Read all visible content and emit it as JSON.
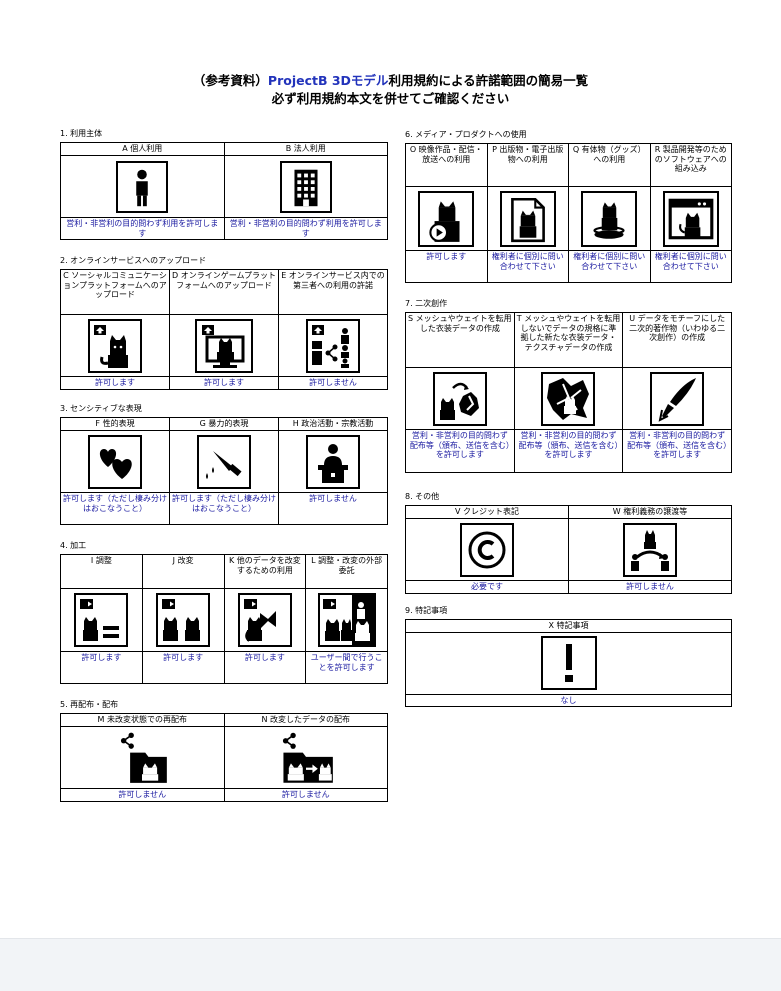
{
  "title1_prefix": "（参考資料）",
  "title1_brand": "ProjectB 3Dモデル",
  "title1_suffix": "利用規約による許諾範囲の簡易一覧",
  "title2": "必ず利用規約本文を併せてご確認ください",
  "sections": {
    "s1": {
      "title": "1. 利用主体",
      "items": [
        {
          "header": "A 個人利用",
          "icon": "person-icon",
          "result": "営利・非営利の目的問わず利用を許可します"
        },
        {
          "header": "B 法人利用",
          "icon": "building-icon",
          "result": "営利・非営利の目的問わず利用を許可します"
        }
      ]
    },
    "s2": {
      "title": "2. オンラインサービスへのアップロード",
      "items": [
        {
          "header": "C ソーシャルコミュニケーションプラットフォームへのアップロード",
          "icon": "upload-social-icon",
          "result": "許可します"
        },
        {
          "header": "D オンラインゲームプラットフォームへのアップロード",
          "icon": "upload-game-icon",
          "result": "許可します"
        },
        {
          "header": "E オンラインサービス内での第三者への利用の許諾",
          "icon": "upload-third-party-icon",
          "result": "許可しません"
        }
      ]
    },
    "s3": {
      "title": "3. センシティブな表現",
      "items": [
        {
          "header": "F 性的表現",
          "icon": "hearts-icon",
          "result": "許可します（ただし棲み分けはおこなうこと）"
        },
        {
          "header": "G 暴力的表現",
          "icon": "knife-icon",
          "result": "許可します（ただし棲み分けはおこなうこと）"
        },
        {
          "header": "H 政治活動・宗教活動",
          "icon": "podium-icon",
          "result": "許可しません"
        }
      ]
    },
    "s4": {
      "title": "4. 加工",
      "items": [
        {
          "header": "I 調整",
          "icon": "adjust-icon",
          "result": "許可します"
        },
        {
          "header": "J 改変",
          "icon": "modify-icon",
          "result": "許可します"
        },
        {
          "header": "K 他のデータを改変するための利用",
          "icon": "use-for-modify-icon",
          "result": "許可します"
        },
        {
          "header": "L 調整・改変の外部委託",
          "icon": "outsource-icon",
          "result": "ユーザー間で行うことを許可します"
        }
      ]
    },
    "s5": {
      "title": "5. 再配布・配布",
      "items": [
        {
          "header": "M 未改変状態での再配布",
          "icon": "redistribute-icon",
          "result": "許可しません"
        },
        {
          "header": "N 改変したデータの配布",
          "icon": "distribute-modified-icon",
          "result": "許可しません"
        }
      ]
    },
    "s6": {
      "title": "6. メディア・プロダクトへの使用",
      "items": [
        {
          "header": "O 映像作品・配信・放送への利用",
          "icon": "video-icon",
          "result": "許可します"
        },
        {
          "header": "P 出版物・電子出版物への利用",
          "icon": "publication-icon",
          "result": "権利者に個別に問い合わせて下さい"
        },
        {
          "header": "Q 有体物（グッズ）への利用",
          "icon": "goods-icon",
          "result": "権利者に個別に問い合わせて下さい"
        },
        {
          "header": "R 製品開発等のためのソフトウェアへの組み込み",
          "icon": "software-icon",
          "result": "権利者に個別に問い合わせて下さい"
        }
      ]
    },
    "s7": {
      "title": "7. 二次創作",
      "items": [
        {
          "header": "S メッシュやウェイトを転用した衣装データの作成",
          "icon": "mesh-reuse-icon",
          "result": "営利・非営利の目的問わず配布等（頒布、送信を含む）を許可します"
        },
        {
          "header": "T メッシュやウェイトを転用しないでデータの規格に準拠した新たな衣装データ・テクスチャデータの作成",
          "icon": "new-costume-icon",
          "result": "営利・非営利の目的問わず配布等（頒布、送信を含む）を許可します"
        },
        {
          "header": "U データをモチーフにした二次的著作物（いわゆる二次創作）の作成",
          "icon": "pen-icon",
          "result": "営利・非営利の目的問わず配布等（頒布、送信を含む）を許可します"
        }
      ]
    },
    "s8": {
      "title": "8. その他",
      "items": [
        {
          "header": "V クレジット表記",
          "icon": "copyright-icon",
          "result": "必要です"
        },
        {
          "header": "W 権利義務の譲渡等",
          "icon": "transfer-icon",
          "result": "許可しません"
        }
      ]
    },
    "s9": {
      "title": "9. 特記事項",
      "items": [
        {
          "header": "X 特記事項",
          "icon": "exclamation-icon",
          "result": "なし"
        }
      ]
    }
  }
}
